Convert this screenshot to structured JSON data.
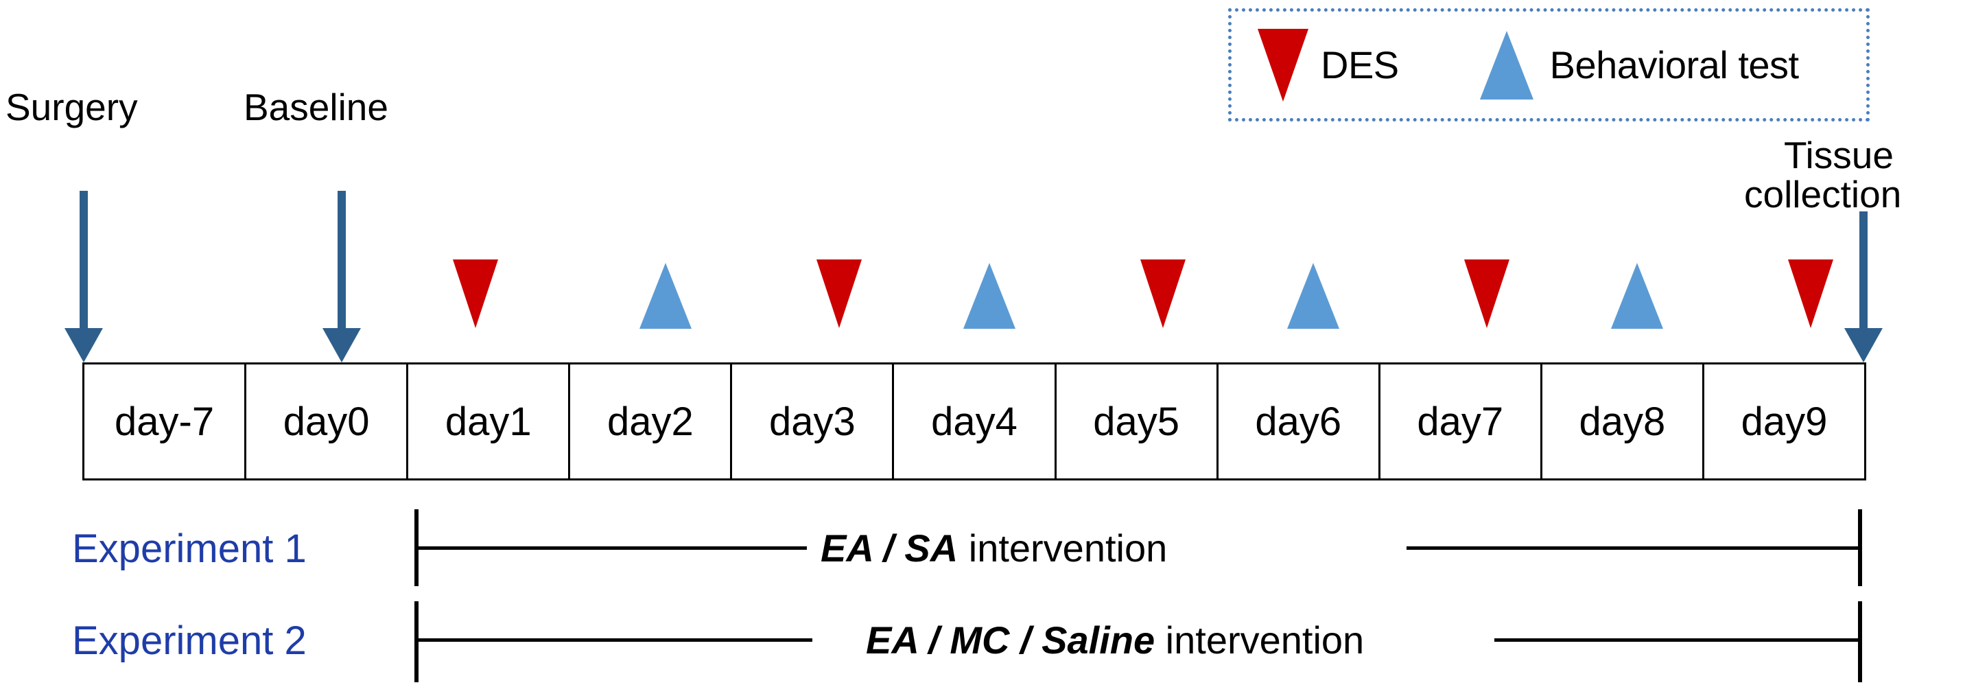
{
  "legend": {
    "items": [
      {
        "icon": "triangle-down-red-icon",
        "label": "DES",
        "color": "#CC0000"
      },
      {
        "icon": "triangle-up-blue-icon",
        "label": "Behavioral test",
        "color": "#5B9BD5"
      }
    ],
    "border_color": "#4a7ebb"
  },
  "events": [
    {
      "id": "surgery",
      "label": "Surgery",
      "arrow_color": "#2E5F8C"
    },
    {
      "id": "baseline",
      "label": "Baseline",
      "arrow_color": "#2E5F8C"
    },
    {
      "id": "tissue-collection",
      "label_line1": "Tissue",
      "label_line2": "collection",
      "arrow_color": "#2E5F8C"
    }
  ],
  "timeline": {
    "days": [
      "day-7",
      "day0",
      "day1",
      "day2",
      "day3",
      "day4",
      "day5",
      "day6",
      "day7",
      "day8",
      "day9"
    ],
    "markers": [
      {
        "day": "day1",
        "type": "DES"
      },
      {
        "day": "day2",
        "type": "Behavioral test"
      },
      {
        "day": "day3",
        "type": "DES"
      },
      {
        "day": "day4",
        "type": "Behavioral test"
      },
      {
        "day": "day5",
        "type": "DES"
      },
      {
        "day": "day6",
        "type": "Behavioral test"
      },
      {
        "day": "day7",
        "type": "DES"
      },
      {
        "day": "day8",
        "type": "Behavioral test"
      },
      {
        "day": "day9",
        "type": "DES"
      }
    ]
  },
  "experiments": [
    {
      "name": "Experiment 1",
      "emphasis": "EA / SA",
      "suffix": " intervention",
      "name_color": "#1F3DA8"
    },
    {
      "name": "Experiment 2",
      "emphasis": "EA / MC / Saline",
      "suffix": " intervention",
      "name_color": "#1F3DA8"
    }
  ]
}
